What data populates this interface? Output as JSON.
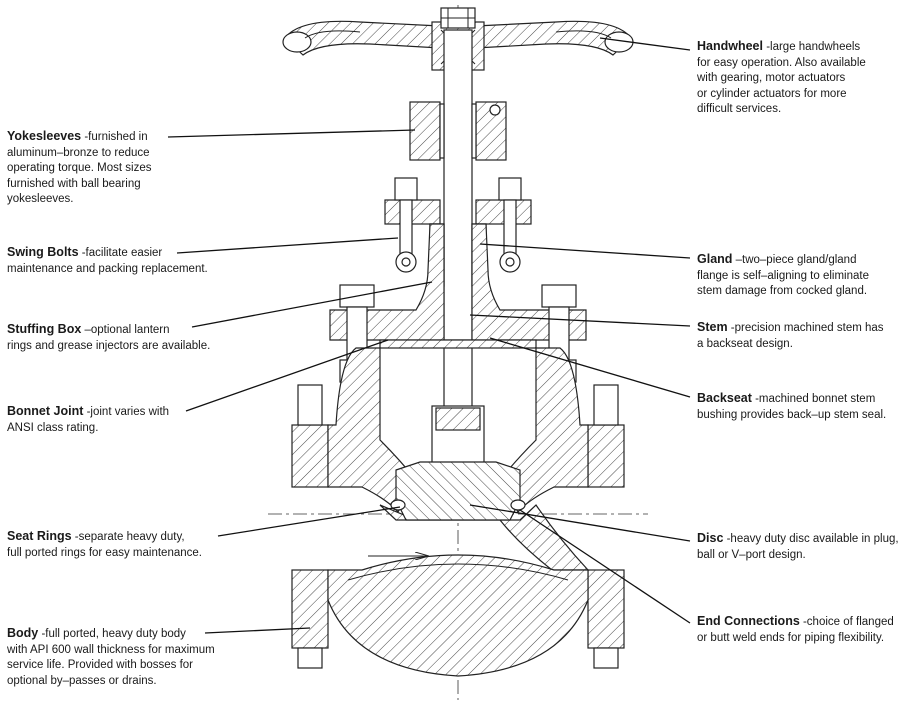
{
  "callouts": {
    "handwheel": {
      "title": "Handwheel",
      "text": " -large handwheels\nfor easy operation. Also available\nwith gearing, motor actuators\nor cylinder actuators for more\ndifficult services."
    },
    "yokesleeves": {
      "title": "Yokesleeves",
      "text": " -furnished in\naluminum–bronze to reduce\noperating torque. Most sizes\nfurnished  with ball bearing\nyokesleeves."
    },
    "swing_bolts": {
      "title": "Swing Bolts",
      "text": " -facilitate easier\nmaintenance and packing replacement."
    },
    "gland": {
      "title": "Gland",
      "text": " –two–piece gland/gland\nflange is self–aligning to eliminate\nstem damage from cocked gland."
    },
    "stuffing_box": {
      "title": "Stuffing Box",
      "text": " –optional lantern\nrings and grease injectors are available."
    },
    "stem": {
      "title": "Stem",
      "text": " -precision machined stem has\na backseat design."
    },
    "bonnet_joint": {
      "title": "Bonnet Joint",
      "text": " -joint varies with\nANSI class rating."
    },
    "backseat": {
      "title": "Backseat",
      "text": " -machined bonnet stem\nbushing provides back–up stem seal."
    },
    "seat_rings": {
      "title": "Seat Rings",
      "text": " -separate heavy duty,\nfull ported rings for easy maintenance."
    },
    "disc": {
      "title": "Disc",
      "text": " -heavy duty disc available in plug,\nball or V–port design."
    },
    "body": {
      "title": "Body",
      "text": " -full ported, heavy duty body\nwith API 600 wall thickness for maximum\nservice life. Provided with bosses for\noptional by–passes or drains."
    },
    "end_connections": {
      "title": "End Connections",
      "text": " -choice of flanged\nor butt weld ends for piping flexibility."
    }
  }
}
